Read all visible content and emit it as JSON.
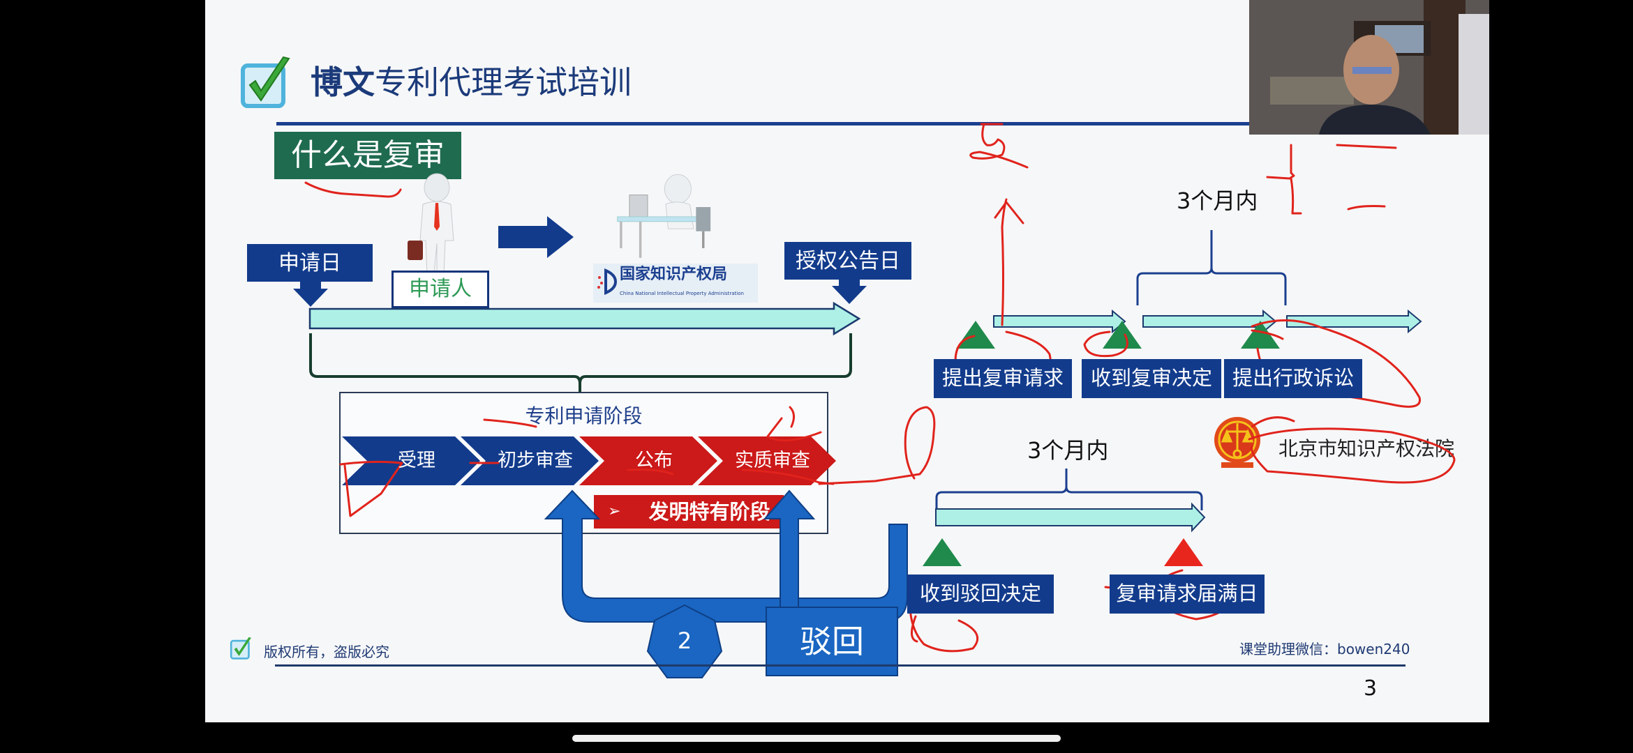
{
  "slide": {
    "header": {
      "brand_bold": "博文",
      "brand_rest": "专利代理考试培训",
      "logo_icon": "green-checkmark-icon"
    },
    "section_label": "什么是复审",
    "top_timeline": {
      "start_label": "申请日",
      "end_label": "授权公告日",
      "applicant_label": "申请人",
      "office_logo_text": "国家知识产权局",
      "office_logo_subtext": "China National Intellectual Property Administration"
    },
    "stage": {
      "title": "专利申请阶段",
      "steps": [
        {
          "label": "受理",
          "color": "#123b8c"
        },
        {
          "label": "初步审查",
          "color": "#123b8c"
        },
        {
          "label": "公布",
          "color": "#cc1919"
        },
        {
          "label": "实质审查",
          "color": "#cc1919"
        }
      ],
      "invention_only": {
        "marker": "➢",
        "label": "发明特有阶段"
      }
    },
    "rejection": {
      "heptagon_number": "2",
      "label": "驳回"
    },
    "reexam_timeline": {
      "period_label": "3个月内",
      "events": [
        {
          "label": "提出复审请求",
          "marker_color": "#1f8a4c"
        },
        {
          "label": "收到复审决定",
          "marker_color": "#1f8a4c"
        },
        {
          "label": "提出行政诉讼",
          "marker_color": "#1f8a4c"
        }
      ],
      "court": {
        "icon": "court-emblem-icon",
        "label": "北京市知识产权法院"
      }
    },
    "rejection_timeline": {
      "period_label": "3个月内",
      "events": [
        {
          "label": "收到驳回决定",
          "marker_color": "#1f8a4c"
        },
        {
          "label": "复审请求届满日",
          "marker_color": "#e8261e"
        }
      ]
    },
    "footer": {
      "copyright": "版权所有，盗版必究",
      "contact": "课堂助理微信：bowen240",
      "page_number": "3"
    }
  },
  "webcam": {
    "description": "presenter-video"
  },
  "colors": {
    "navy": "#123b8c",
    "green_header": "#1f6b4f",
    "red": "#cc1919",
    "timeline_fill": "#aef0e6",
    "annotation_red": "#e0231c"
  }
}
